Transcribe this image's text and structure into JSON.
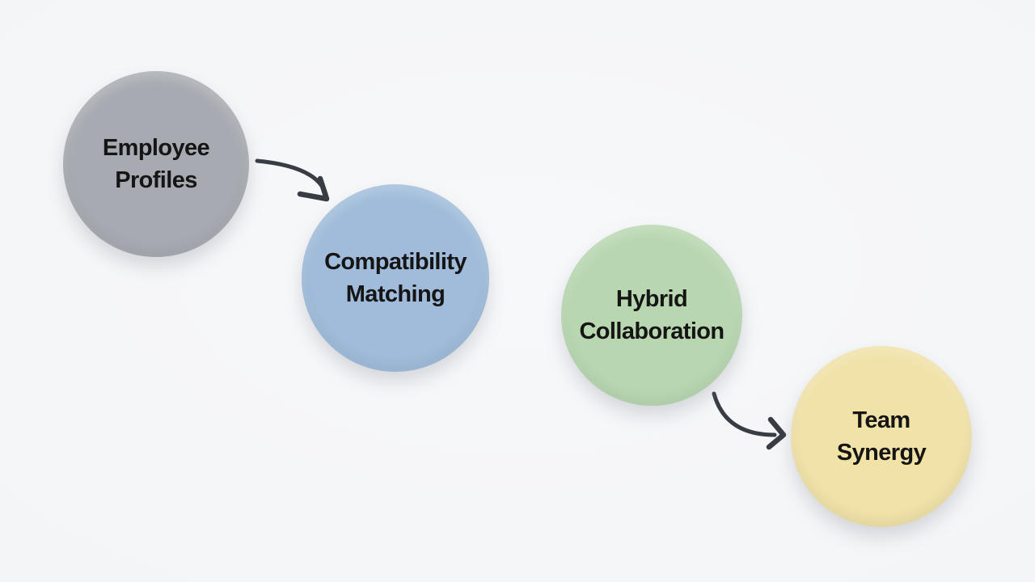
{
  "canvas": {
    "background": "#f5f6f8"
  },
  "arrow": {
    "color": "#383d44"
  },
  "text": {
    "color": "#151515"
  },
  "nodes": [
    {
      "name": "employee-profiles",
      "label": "Employee Profiles",
      "lines": [
        "Employee",
        "Profiles"
      ],
      "fill": "#a7abb1"
    },
    {
      "name": "compatibility-matching",
      "label": "Compatibility Matching",
      "lines": [
        "Compatibility",
        "Matching"
      ],
      "fill": "#a0bcda"
    },
    {
      "name": "hybrid-collaboration",
      "label": "Hybrid Collaboration",
      "lines": [
        "Hybrid",
        "Collaboration"
      ],
      "fill": "#b8d7b0"
    },
    {
      "name": "team-synergy",
      "label": "Team Synergy",
      "lines": [
        "Team",
        "Synergy"
      ],
      "fill": "#f1e2a8"
    }
  ],
  "edges": [
    {
      "from": "employee-profiles",
      "to": "compatibility-matching"
    },
    {
      "from": "hybrid-collaboration",
      "to": "team-synergy"
    }
  ]
}
